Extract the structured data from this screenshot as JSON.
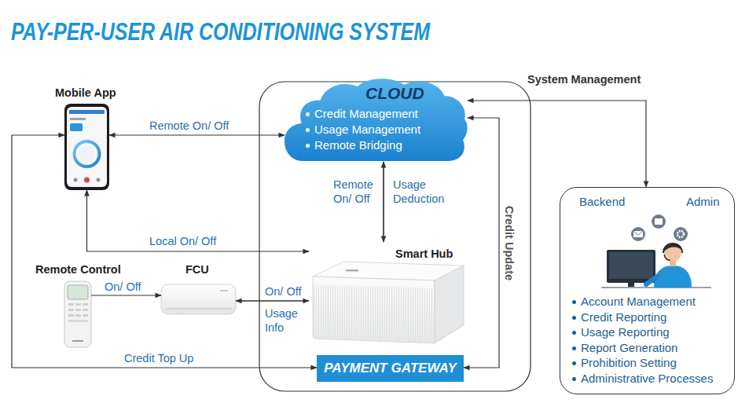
{
  "diagram": {
    "title": "PAY-PER-USER AIR CONDITIONING SYSTEM",
    "nodes": [
      {
        "text": [
          "Mobile App"
        ]
      },
      {
        "text": [
          "CLOUD",
          "Credit Management",
          "Usage Management",
          "Remote Bridging"
        ]
      },
      {
        "text": [
          "Smart Hub"
        ]
      },
      {
        "text": [
          "Remote Control"
        ]
      },
      {
        "text": [
          "FCU"
        ]
      },
      {
        "text": [
          "PAYMENT GATEWAY"
        ]
      },
      {
        "text": [
          "Backend",
          "Admin",
          "Account Management",
          "Credit Reporting",
          "Usage Reporting",
          "Report Generation",
          "Prohibition Setting",
          "Administrative Processes"
        ]
      }
    ],
    "edges": [
      {
        "from": 0,
        "to": 1,
        "label": "Remote On/ Off",
        "arrow": "both"
      },
      {
        "from": 1,
        "to": 2,
        "label": "Remote On/ Off",
        "arrow": "to"
      },
      {
        "from": 2,
        "to": 1,
        "label": "Usage Deduction",
        "arrow": "to"
      },
      {
        "from": 0,
        "to": 2,
        "label": "Local On/ Off",
        "arrow": "both"
      },
      {
        "from": 3,
        "to": 4,
        "label": "On/ Off",
        "arrow": "to"
      },
      {
        "from": 2,
        "to": 4,
        "label": "On/ Off",
        "arrow": "to"
      },
      {
        "from": 4,
        "to": 2,
        "label": "Usage Info",
        "arrow": "to"
      },
      {
        "from": 0,
        "to": 5,
        "label": "Credit Top Up",
        "arrow": "both"
      },
      {
        "from": 5,
        "to": 1,
        "label": "Credit Update",
        "arrow": "both"
      },
      {
        "from": 1,
        "to": 6,
        "label": "System Management",
        "arrow": "both"
      }
    ]
  }
}
